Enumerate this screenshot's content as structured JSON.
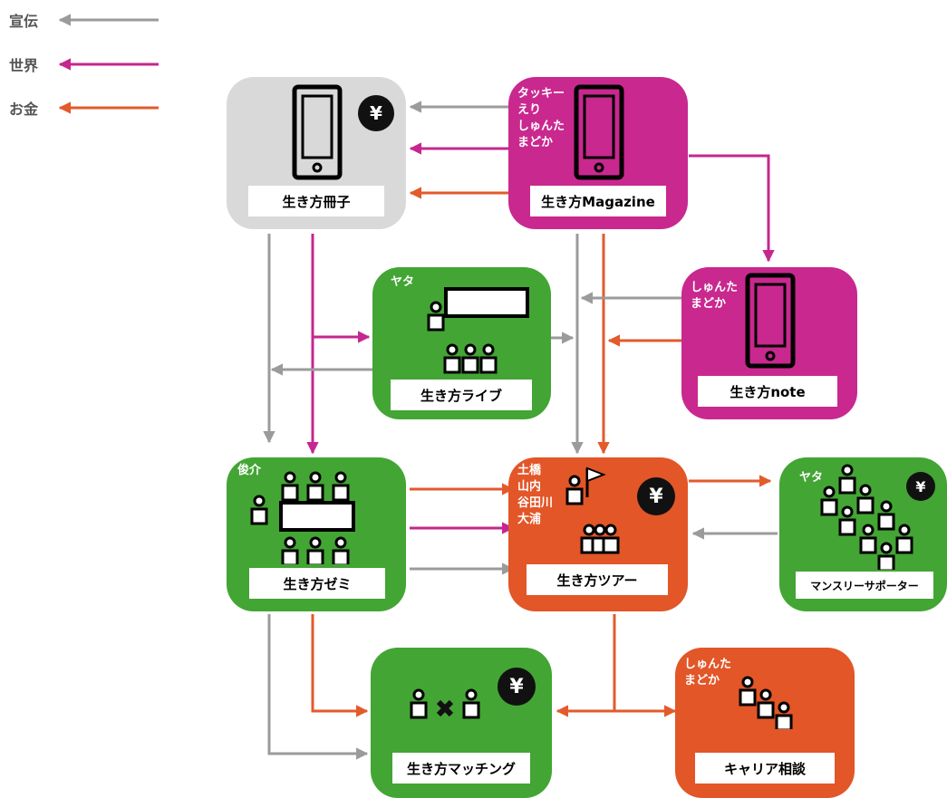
{
  "legend": [
    {
      "label": "宣伝",
      "color": "#9b9b9b"
    },
    {
      "label": "世界",
      "color": "#c6268f"
    },
    {
      "label": "お金",
      "color": "#e35a2b"
    }
  ],
  "nodes": {
    "sasshi": {
      "label": "生き方冊子",
      "yen": "¥"
    },
    "magazine": {
      "label": "生き方Magazine",
      "note": "タッキー\nえり\nしゅんた\nまどか"
    },
    "live": {
      "label": "生き方ライブ",
      "note": "ヤタ"
    },
    "note": {
      "label": "生き方note",
      "note": "しゅんた\nまどか"
    },
    "zemi": {
      "label": "生き方ゼミ",
      "note": "俊介"
    },
    "tour": {
      "label": "生き方ツアー",
      "note": "土橋\n山内\n谷田川\n大浦",
      "yen": "¥"
    },
    "monthly": {
      "label": "マンスリーサポーター",
      "note": "ヤタ",
      "yen": "¥"
    },
    "matching": {
      "label": "生き方マッチング",
      "yen": "¥"
    },
    "career": {
      "label": "キャリア相談",
      "note": "しゅんた\nまどか"
    }
  }
}
